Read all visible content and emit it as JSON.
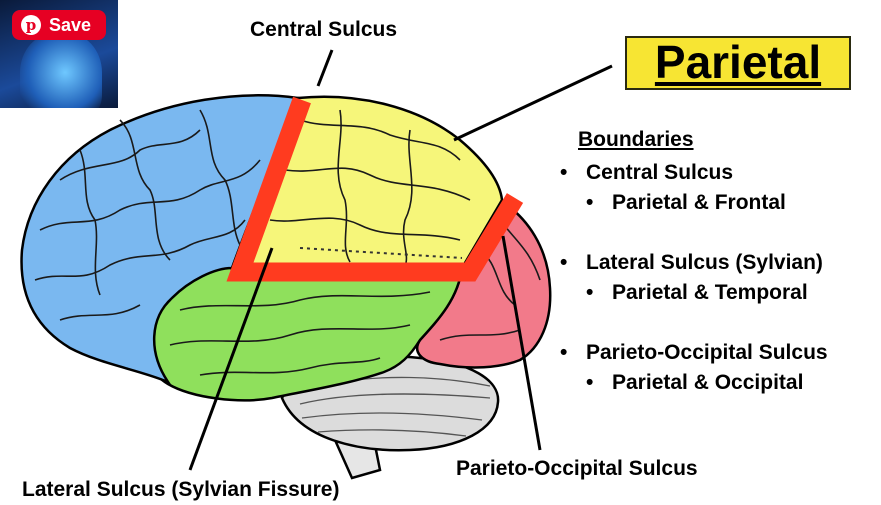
{
  "save_button": {
    "label": "Save",
    "icon": "pinterest-icon",
    "color": "#e60023"
  },
  "title": "Parietal",
  "labels": {
    "central_sulcus": "Central Sulcus",
    "lateral_sulcus": "Lateral Sulcus (Sylvian Fissure)",
    "parieto_occipital": "Parieto-Occipital Sulcus"
  },
  "boundaries": {
    "heading": "Boundaries",
    "items": [
      {
        "label": "Central Sulcus",
        "sub": "Parietal & Frontal"
      },
      {
        "label": "Lateral Sulcus (Sylvian)",
        "sub": "Parietal & Temporal"
      },
      {
        "label": "Parieto-Occipital Sulcus",
        "sub": "Parietal & Occipital"
      }
    ]
  },
  "colors": {
    "frontal": "#7ab8f0",
    "parietal": "#f6f67a",
    "temporal": "#8fe05c",
    "occipital": "#f27a8a",
    "cerebellum": "#dcdcdc",
    "highlight": "#ff3b1f",
    "title_bg": "#f7e533"
  }
}
